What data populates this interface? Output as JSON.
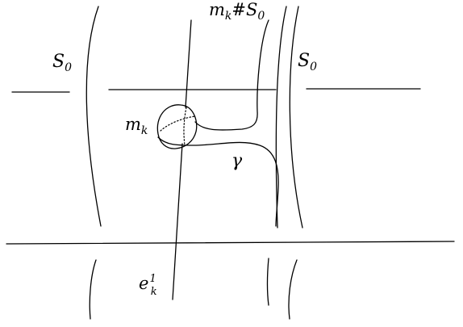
{
  "labels": {
    "sphere_left": {
      "base": "S",
      "sub": "0"
    },
    "sphere_right": {
      "base": "S",
      "sub": "0"
    },
    "connected_sum": {
      "base": "m",
      "sub": "k",
      "rest": "#S",
      "rest_sub": "0"
    },
    "meridian": {
      "base": "m",
      "sub": "k"
    },
    "arc": "γ",
    "edge": {
      "base": "e",
      "sup": "1",
      "sub": "k"
    }
  }
}
